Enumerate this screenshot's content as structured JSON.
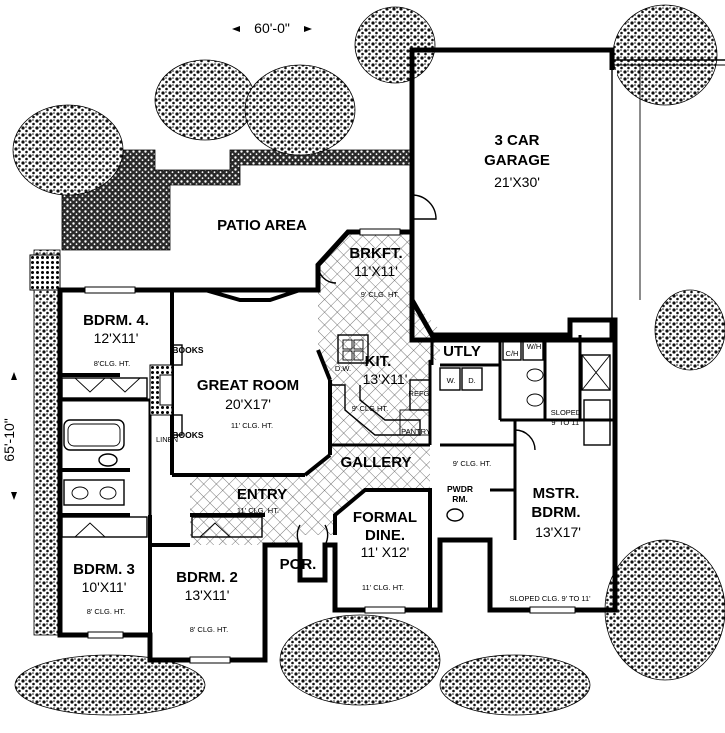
{
  "overall": {
    "width_label": "60'-0\"",
    "depth_label": "65'-10\""
  },
  "rooms": {
    "garage": {
      "name1": "3 CAR",
      "name2": "GARAGE",
      "size": "21'X30'"
    },
    "patio": {
      "name": "PATIO  AREA"
    },
    "brkft": {
      "name": "BRKFT.",
      "size": "11'X11'",
      "ceiling": "9' CLG. HT."
    },
    "bdrm4": {
      "name": "BDRM. 4.",
      "size": "12'X11'",
      "ceiling": "8'CLG. HT."
    },
    "great": {
      "name": "GREAT ROOM",
      "size": "20'X17'",
      "ceiling": "11' CLG. HT."
    },
    "kit": {
      "name": "KIT.",
      "size": "13'X11'",
      "ceiling": "9' CLG.HT."
    },
    "utly": {
      "name": "UTLY"
    },
    "gallery": {
      "name": "GALLERY",
      "ceiling": "9' CLG. HT."
    },
    "entry": {
      "name": "ENTRY",
      "ceiling": "11' CLG. HT."
    },
    "formal": {
      "name1": "FORMAL",
      "name2": "DINE.",
      "size": "11' X12'",
      "ceiling": "11' CLG. HT."
    },
    "mstr": {
      "name1": "MSTR.",
      "name2": "BDRM.",
      "size": "13'X17'",
      "ceiling": "SLOPED CLG.  9' TO 11'"
    },
    "bdrm3": {
      "name": "BDRM. 3",
      "size": "10'X11'",
      "ceiling": "8' CLG. HT."
    },
    "bdrm2": {
      "name": "BDRM. 2",
      "size": "13'X11'",
      "ceiling": "8' CLG. HT."
    },
    "por": {
      "name": "POR."
    },
    "pwdr": {
      "name1": "PWDR",
      "name2": "RM."
    }
  },
  "labels": {
    "books_top": "BOOKS",
    "books_bottom": "BOOKS",
    "linen": "LINEN",
    "dw": "D.W.",
    "refg": "REFG.",
    "pantry": "PANTRY",
    "ch": "C/H",
    "wh": "W/H",
    "w": "W.",
    "d": "D.",
    "sloped_closet_1": "SLOPED",
    "sloped_closet_2": "9' TO 11'"
  }
}
